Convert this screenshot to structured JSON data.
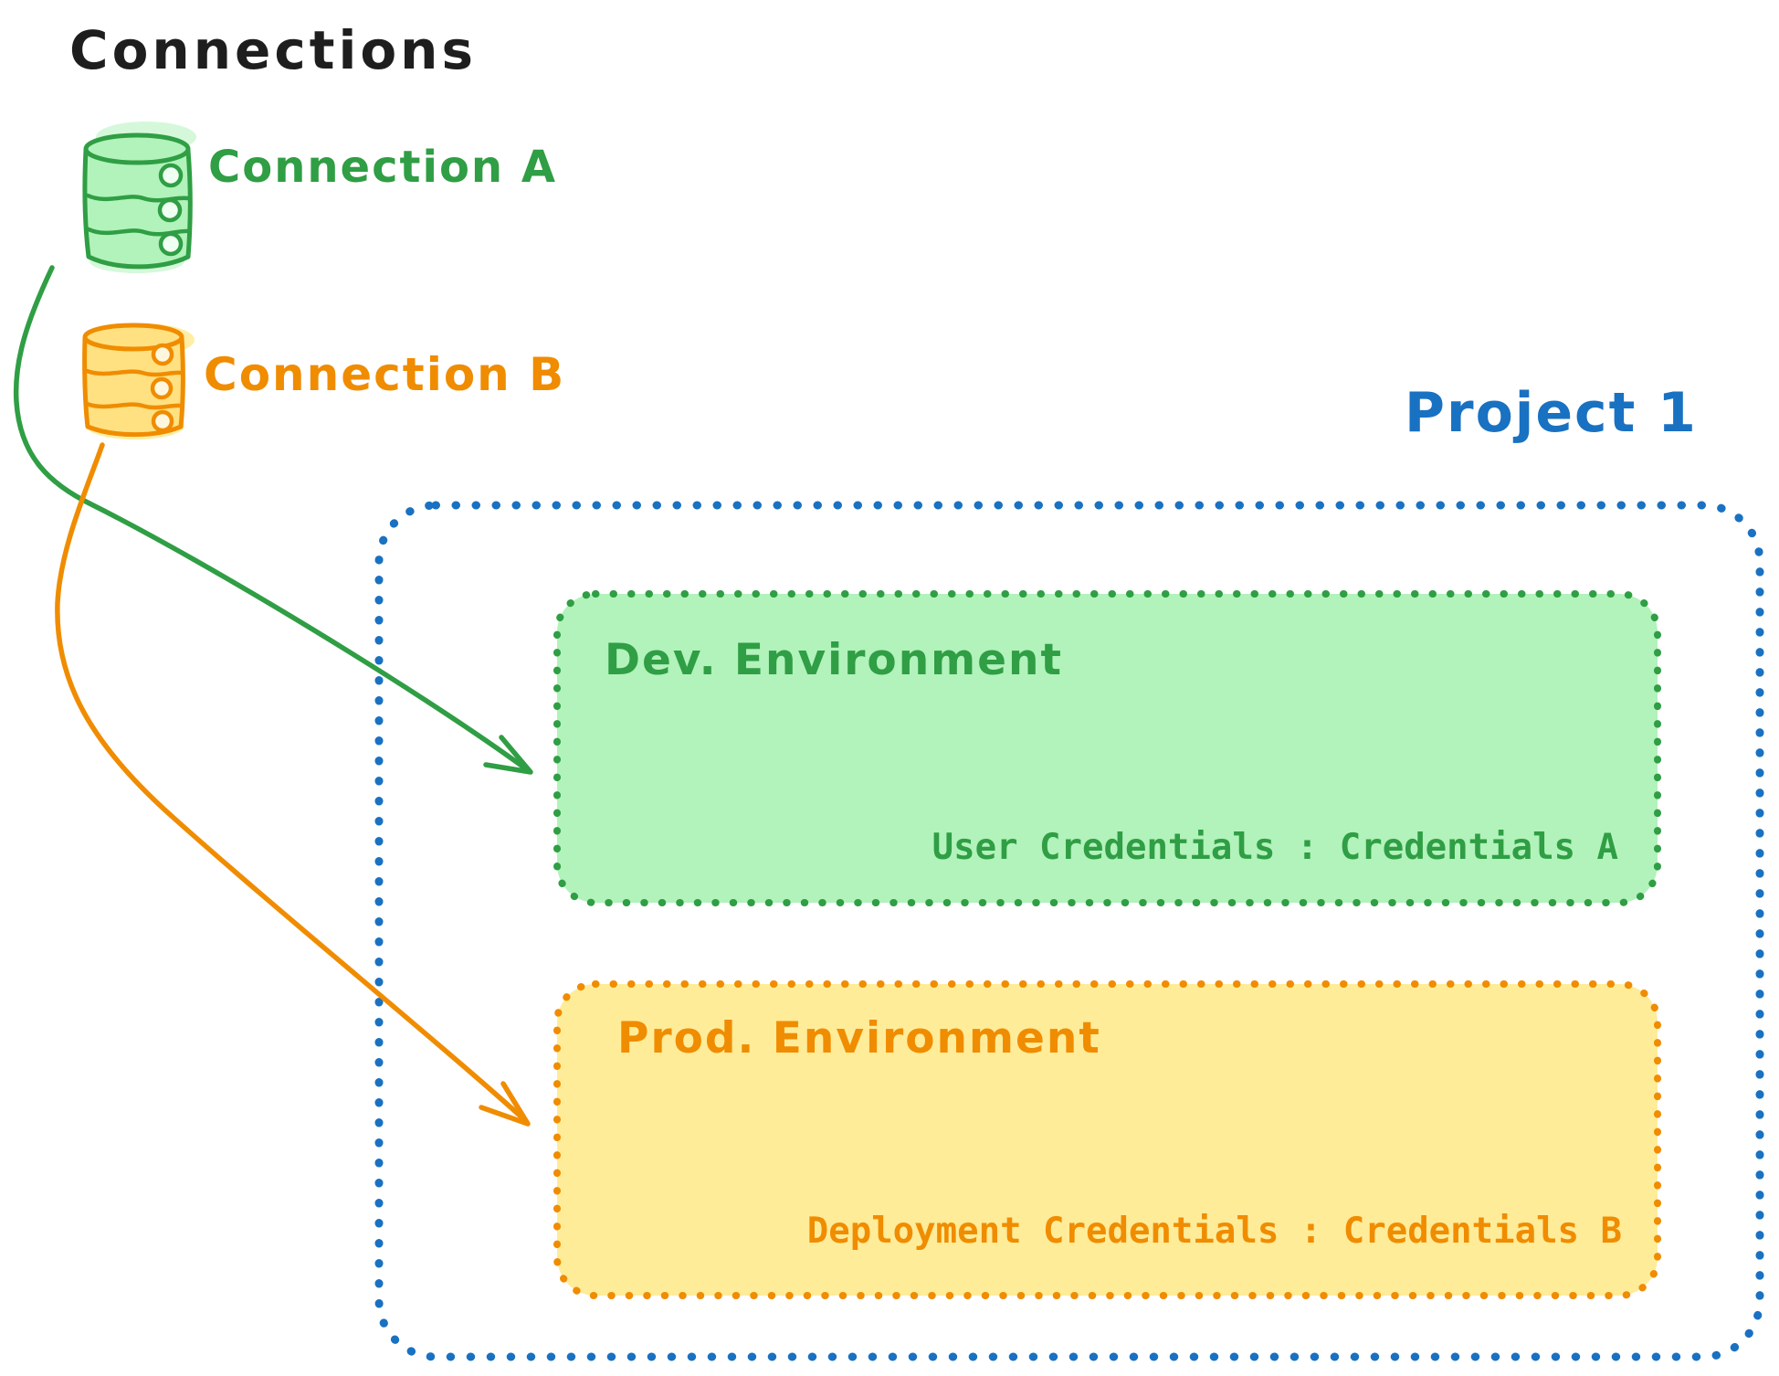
{
  "canvas": {
    "background": "#ffffff"
  },
  "title": "Connections",
  "connections": [
    {
      "label": "Connection A",
      "icon": "database-icon",
      "stroke": "#2f9e44",
      "fill": "#b2f2bb"
    },
    {
      "label": "Connection B",
      "icon": "database-icon",
      "stroke": "#f08c00",
      "fill": "#ffe182"
    }
  ],
  "project": {
    "title": "Project 1",
    "border_color": "#1971c2",
    "environments": [
      {
        "name": "Dev. Environment",
        "credentials_label": "User Credentials : Credentials A",
        "stroke": "#2f9e44",
        "fill": "#b2f2bb"
      },
      {
        "name": "Prod. Environment",
        "credentials_label": "Deployment Credentials : Credentials B",
        "stroke": "#f08c00",
        "fill": "#ffec99"
      }
    ]
  },
  "arrows": [
    {
      "from": "Connection A",
      "to": "Dev. Environment",
      "color": "#2f9e44"
    },
    {
      "from": "Connection B",
      "to": "Prod. Environment",
      "color": "#f08c00"
    }
  ]
}
